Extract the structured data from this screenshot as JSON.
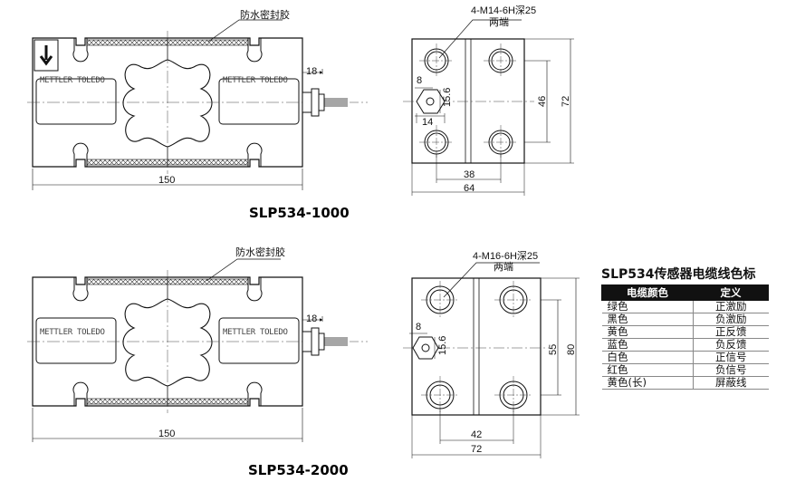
{
  "seal_label": "防水密封胶",
  "brand": "METTLER TOLEDO",
  "model1": {
    "title": "SLP534-1000",
    "cable_dim": "18",
    "length_dim": "150",
    "hole_callout": "4-M14-6H深25",
    "hole_callout_sub": "两端",
    "dims": {
      "offset": "8",
      "h_small": "15.6",
      "w_small": "14",
      "v_inner": "46",
      "v_outer": "72",
      "h_inner": "38",
      "h_outer": "64"
    }
  },
  "model2": {
    "title": "SLP534-2000",
    "cable_dim": "18",
    "length_dim": "150",
    "hole_callout": "4-M16-6H深25",
    "hole_callout_sub": "两端",
    "dims": {
      "offset": "8",
      "h_small": "15.6",
      "v_inner": "55",
      "v_outer": "80",
      "h_inner": "42",
      "h_outer": "72"
    }
  },
  "cable_table": {
    "title": "SLP534传感器电缆线色标",
    "headers": [
      "电缆颜色",
      "定义"
    ],
    "rows": [
      [
        "绿色",
        "正激励"
      ],
      [
        "黑色",
        "负激励"
      ],
      [
        "黄色",
        "正反馈"
      ],
      [
        "蓝色",
        "负反馈"
      ],
      [
        "白色",
        "正信号"
      ],
      [
        "红色",
        "负信号"
      ],
      [
        "黄色(长)",
        "屏蔽线"
      ]
    ]
  },
  "icons": {
    "load_direction": "arrow-down-icon"
  }
}
